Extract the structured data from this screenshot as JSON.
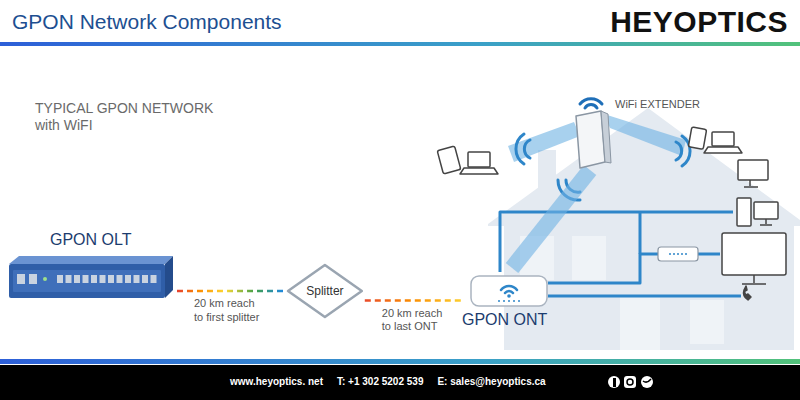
{
  "diagram": {
    "title": "GPON Network Components",
    "nodes": [
      {
        "text": [
          "GPON OLT"
        ]
      },
      {
        "text": [
          "Splitter"
        ]
      },
      {
        "text": [
          "GPON ONT"
        ]
      },
      {
        "text": [
          "WiFi EXTENDER"
        ]
      }
    ],
    "edges": [
      {
        "from": 0,
        "to": 1,
        "arrow": "none",
        "label": "20 km reach to first splitter"
      },
      {
        "from": 1,
        "to": 2,
        "arrow": "none",
        "label": "20 km reach to last ONT"
      },
      {
        "from": 2,
        "to": 3,
        "arrow": "none"
      }
    ],
    "labels": [
      "HEYOPTICS",
      "TYPICAL GPON NETWORK with WiFI",
      "www.heyoptics. net",
      "T: +1 302 5202 539",
      "E: sales@heyoptics.ca"
    ]
  }
}
